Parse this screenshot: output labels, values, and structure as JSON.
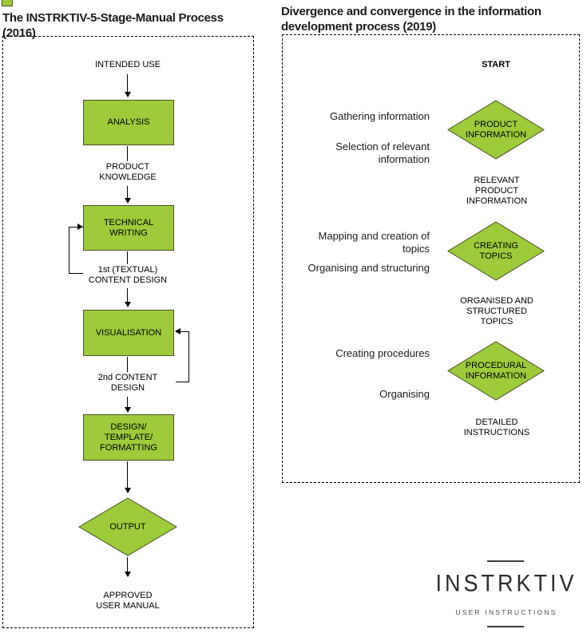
{
  "left": {
    "title": "The INSTRKTIV-5-Stage-Manual Process (2016)",
    "intended_use": "INTENDED USE",
    "stages": [
      "ANALYSIS",
      "TECHNICAL\nWRITING",
      "VISUALISATION",
      "DESIGN/\nTEMPLATE/\nFORMATTING"
    ],
    "between": {
      "product_knowledge": "PRODUCT\nKNOWLEDGE",
      "first_content_design": "1st (TEXTUAL)\nCONTENT DESIGN",
      "second_content_design": "2nd CONTENT\nDESIGN"
    },
    "output": "OUTPUT",
    "final": "APPROVED\nUSER MANUAL"
  },
  "right": {
    "title": "Divergence and convergence in the information\ndevelopment process (2019)",
    "start": "START",
    "rows": [
      {
        "activities": [
          "Gathering information",
          "Selection of relevant\ninformation"
        ],
        "diamond": "PRODUCT\nINFORMATION",
        "result": "RELEVANT\nPRODUCT\nINFORMATION"
      },
      {
        "activities": [
          "Mapping and creation of\ntopics",
          "Organising and structuring"
        ],
        "diamond": "CREATING\nTOPICS",
        "result": "ORGANISED AND\nSTRUCTURED\nTOPICS"
      },
      {
        "activities": [
          "Creating procedures",
          "Organising"
        ],
        "diamond": "PROCEDURAL\nINFORMATION",
        "result": "DETAILED\nINSTRUCTIONS"
      }
    ]
  },
  "logo": {
    "wordmark": "INSTRKTIV",
    "tagline": "USER INSTRUCTIONS"
  },
  "colors": {
    "shape_fill": "#9DCB3A",
    "shape_border": "#4A4F28"
  }
}
